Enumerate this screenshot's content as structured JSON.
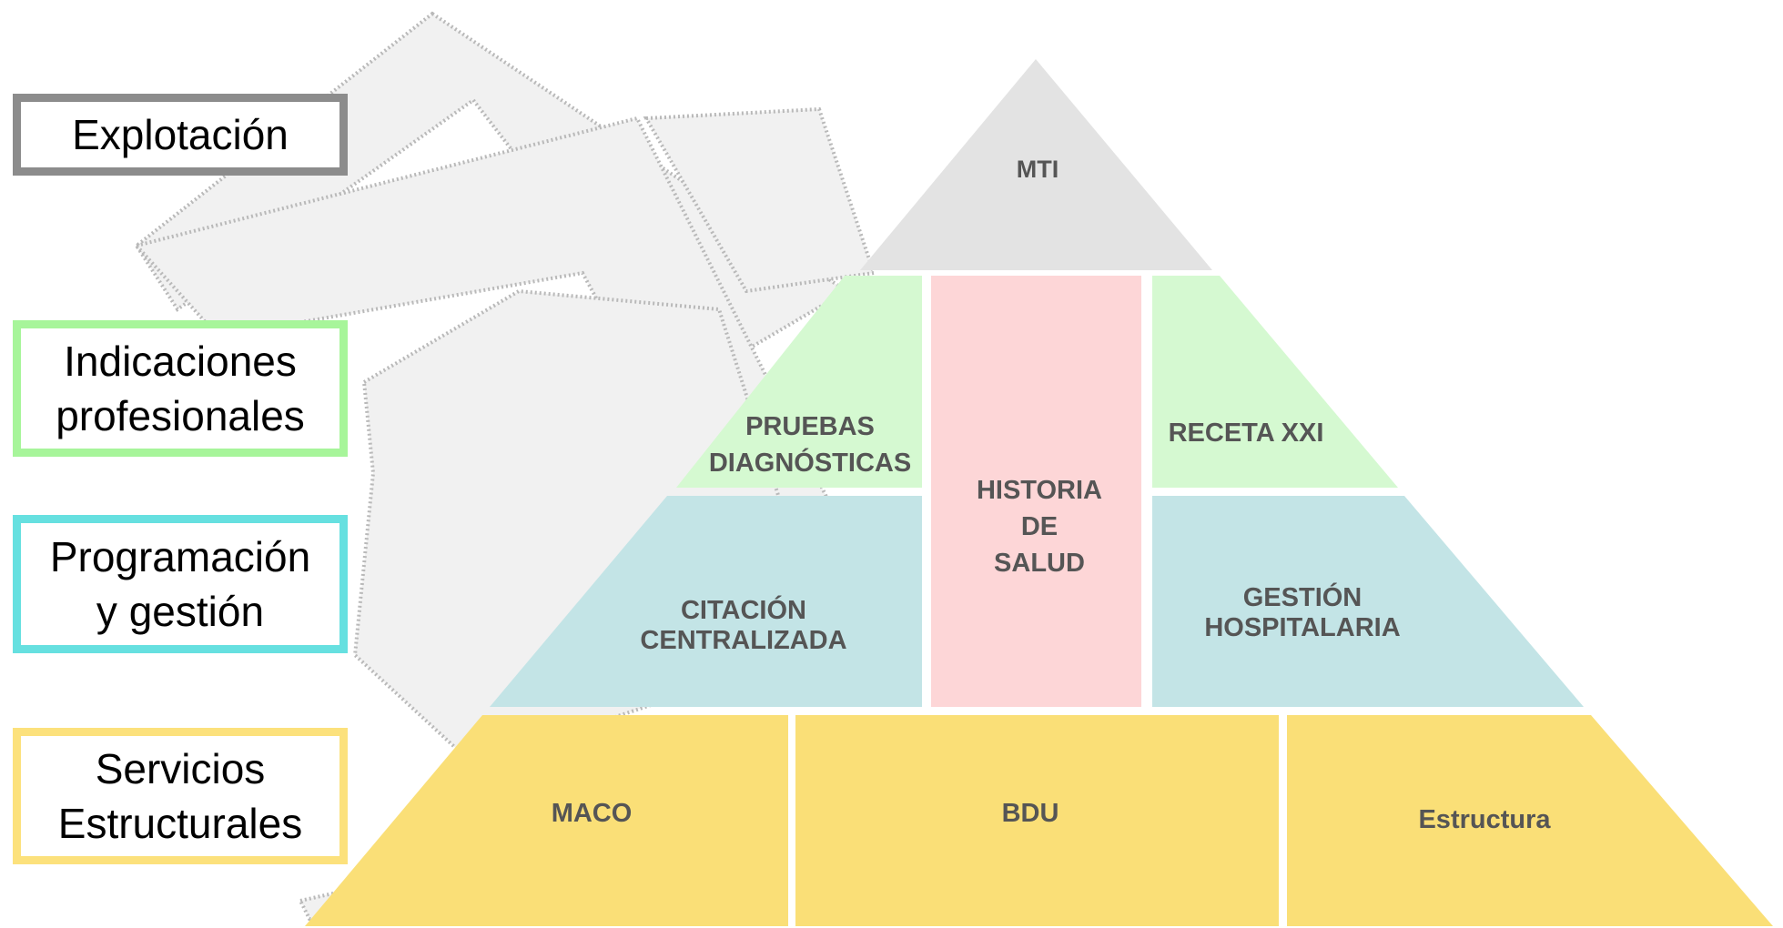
{
  "legend": {
    "explotacion": "Explotación",
    "indicaciones": "Indicaciones\nprofesionales",
    "programacion": "Programación\ny gestión",
    "servicios": "Servicios\nEstructurales"
  },
  "pyramid": {
    "mti": "MTI",
    "pruebas_line1": "PRUEBAS",
    "pruebas_line2": "DIAGNÓSTICAS",
    "historia_line1": "HISTORIA",
    "historia_line2": "DE",
    "historia_line3": "SALUD",
    "receta": "RECETA XXI",
    "citacion_line1": "CITACIÓN",
    "citacion_line2": "CENTRALIZADA",
    "gestion_line1": "GESTIÓN",
    "gestion_line2": "HOSPITALARIA",
    "maco": "MACO",
    "bdu": "BDU",
    "estructura": "Estructura"
  },
  "colors": {
    "explotacion": "#e3e3e3",
    "indicaciones": "#d5f9d1",
    "programacion": "#c3e4e6",
    "historia": "#fdd6d7",
    "servicios": "#fadf77",
    "label_text": "#555555"
  }
}
